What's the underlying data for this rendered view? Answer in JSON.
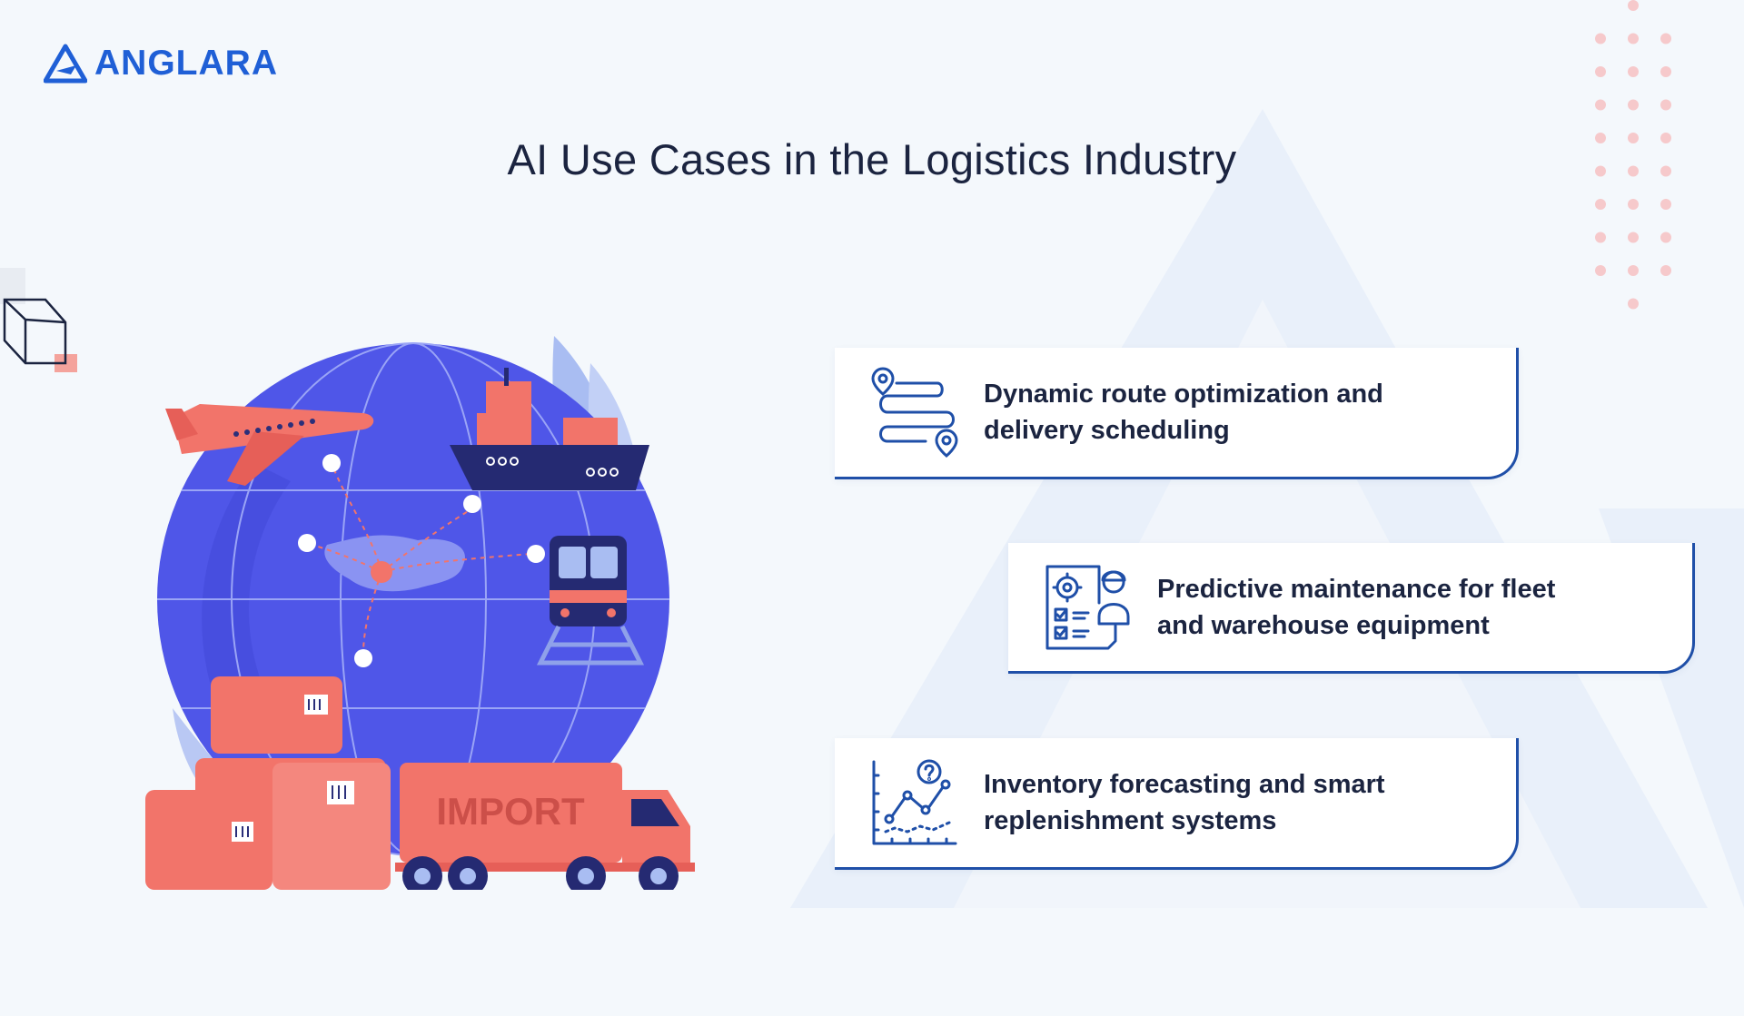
{
  "brand": {
    "name": "ANGLARA"
  },
  "page": {
    "title": "AI Use Cases in the Logistics Industry"
  },
  "illustration": {
    "truck_label": "IMPORT"
  },
  "use_cases": [
    {
      "line1": "Dynamic route optimization and",
      "line2": "delivery scheduling",
      "icon": "route-map-icon"
    },
    {
      "line1": "Predictive maintenance for fleet",
      "line2": "and warehouse equipment",
      "icon": "maintenance-checklist-icon"
    },
    {
      "line1": "Inventory forecasting and smart",
      "line2": "replenishment systems",
      "icon": "forecast-chart-icon"
    }
  ],
  "colors": {
    "brand_blue": "#1f5fd6",
    "navy": "#1b2440",
    "globe": "#4f56e8",
    "coral": "#f2746a",
    "card_border": "#1f4fa8"
  }
}
